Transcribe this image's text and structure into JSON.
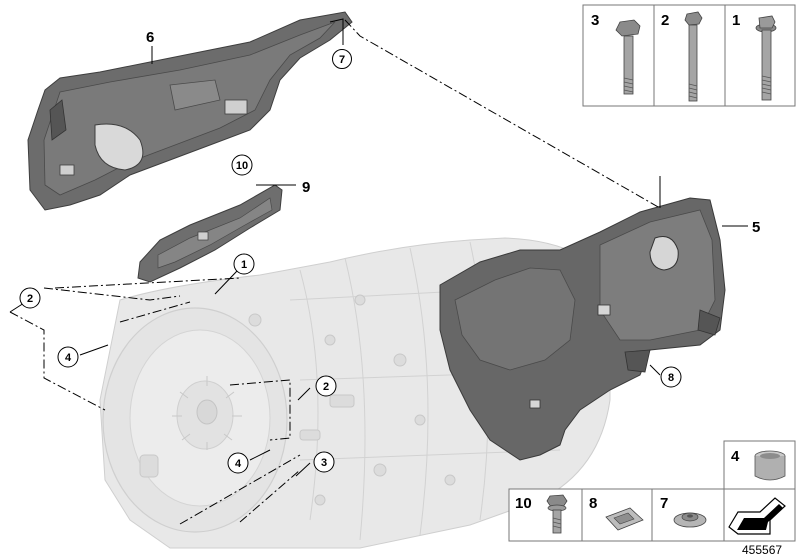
{
  "diagram": {
    "reference_number": "455567",
    "callouts": {
      "c1": "1",
      "c2_left": "2",
      "c2_right": "2",
      "c3": "3",
      "c4_left": "4",
      "c4_bottom": "4",
      "c5": "5",
      "c6": "6",
      "c7": "7",
      "c8": "8",
      "c9": "9",
      "c10": "10"
    },
    "parts_top_right": [
      {
        "number": "3",
        "name": "short-bolt"
      },
      {
        "number": "2",
        "name": "long-stud-bolt"
      },
      {
        "number": "1",
        "name": "flange-bolt"
      }
    ],
    "parts_bottom": [
      {
        "number": "10",
        "name": "small-bolt"
      },
      {
        "number": "8",
        "name": "clip"
      },
      {
        "number": "7",
        "name": "speed-nut"
      },
      {
        "number": "4",
        "name": "sleeve"
      },
      {
        "number": "",
        "name": "arrow-symbol"
      }
    ]
  }
}
